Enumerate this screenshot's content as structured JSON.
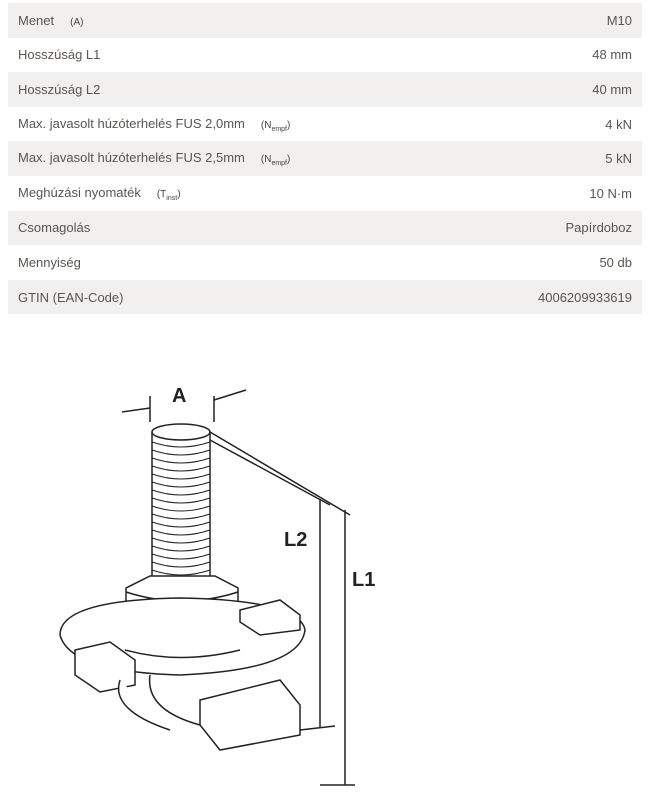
{
  "specs": [
    {
      "label": "Menet",
      "symbol": "(A)",
      "symbol_sub": "",
      "symbol_end": "",
      "value": "M10"
    },
    {
      "label": "Hosszúság L1",
      "symbol": "",
      "symbol_sub": "",
      "symbol_end": "",
      "value": "48 mm"
    },
    {
      "label": "Hosszúság L2",
      "symbol": "",
      "symbol_sub": "",
      "symbol_end": "",
      "value": "40 mm"
    },
    {
      "label": "Max. javasolt húzóterhelés FUS 2,0mm",
      "symbol": "(N",
      "symbol_sub": "empf",
      "symbol_end": ")",
      "value": "4 kN"
    },
    {
      "label": "Max. javasolt húzóterhelés FUS 2,5mm",
      "symbol": "(N",
      "symbol_sub": "empf",
      "symbol_end": ")",
      "value": "5 kN"
    },
    {
      "label": "Meghúzási nyomaték",
      "symbol": "(T",
      "symbol_sub": "inst",
      "symbol_end": ")",
      "value": "10 N·m"
    },
    {
      "label": "Csomagolás",
      "symbol": "",
      "symbol_sub": "",
      "symbol_end": "",
      "value": "Papírdoboz"
    },
    {
      "label": "Mennyiség",
      "symbol": "",
      "symbol_sub": "",
      "symbol_end": "",
      "value": "50 db"
    },
    {
      "label": "GTIN (EAN-Code)",
      "symbol": "",
      "symbol_sub": "",
      "symbol_end": "",
      "value": "4006209933619"
    }
  ],
  "diagram": {
    "label_a": "A",
    "label_l2": "L2",
    "label_l1": "L1"
  }
}
